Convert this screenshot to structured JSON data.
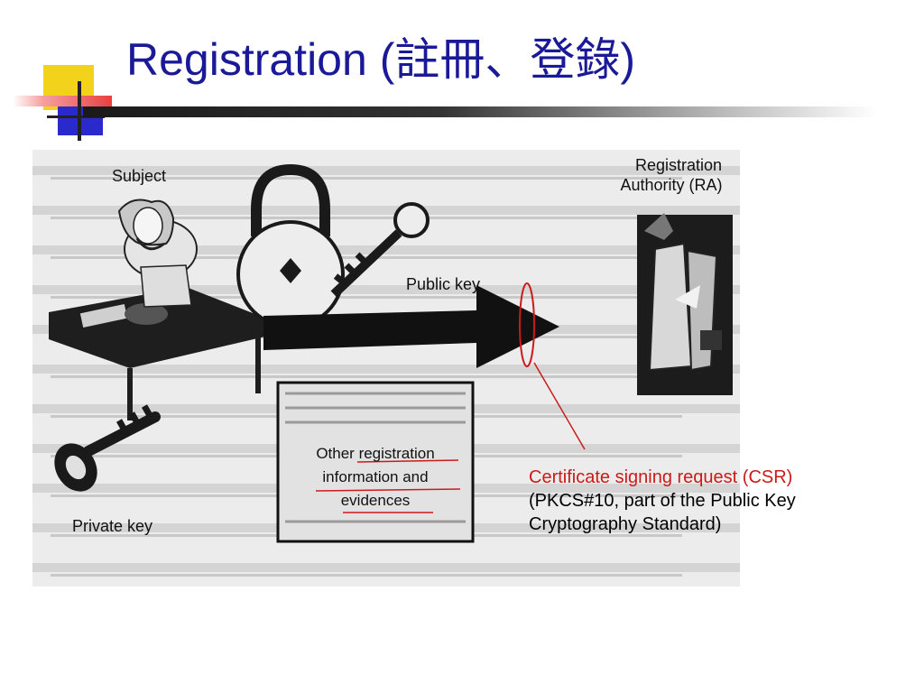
{
  "slide": {
    "title": "Registration (註冊、登錄)"
  },
  "figure": {
    "subject_label": "Subject",
    "ra_label_line1": "Registration",
    "ra_label_line2": "Authority (RA)",
    "public_key_label": "Public key",
    "private_key_label": "Private key",
    "box_line1": "Other registration",
    "box_line2": "information and",
    "box_line3": "evidences"
  },
  "annotation": {
    "line1": "Certificate signing request (CSR)",
    "line2": "(PKCS#10, part of the Public Key",
    "line3": "Cryptography Standard)"
  },
  "colors": {
    "title": "#1a1a99",
    "accent_red": "#cc1a1a",
    "deco_yellow": "#f2d21a",
    "deco_blue": "#2a2acc",
    "deco_red": "#e84040"
  }
}
